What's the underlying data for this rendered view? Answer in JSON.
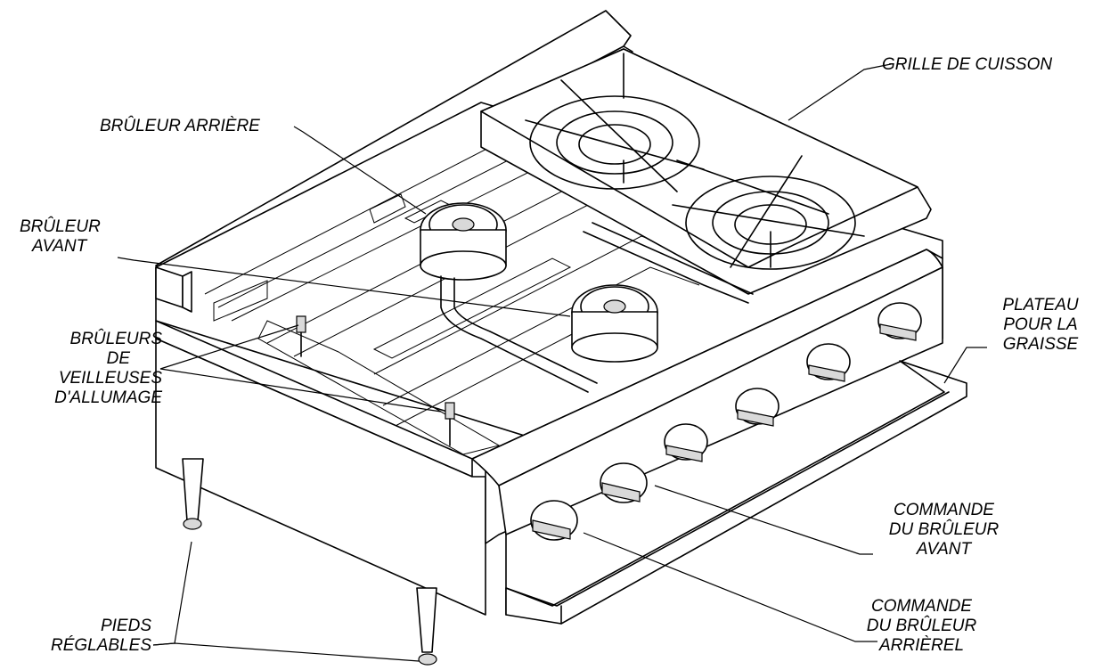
{
  "labels": {
    "grille_de_cuisson": "GRILLE DE CUISSON",
    "bruleur_arriere": "BRÛLEUR ARRIÈRE",
    "bruleur_avant": [
      "BRÛLEUR",
      "AVANT"
    ],
    "bruleurs_veilleuses": [
      "BRÛLEURS",
      "DE",
      "VEILLEUSES",
      "D'ALLUMAGE"
    ],
    "plateau_graisse": [
      "PLATEAU",
      "POUR LA",
      "GRAISSE"
    ],
    "commande_avant": [
      "COMMANDE",
      "DU BRÛLEUR",
      "AVANT"
    ],
    "commande_arriere": [
      "COMMANDE",
      "DU BRÛLEUR",
      "ARRIÈREL"
    ],
    "pieds_reglables": [
      "PIEDS",
      "RÉGLABLES"
    ]
  },
  "colors": {
    "line": "#000000",
    "background": "#ffffff",
    "shade": "#d9d9d9"
  }
}
